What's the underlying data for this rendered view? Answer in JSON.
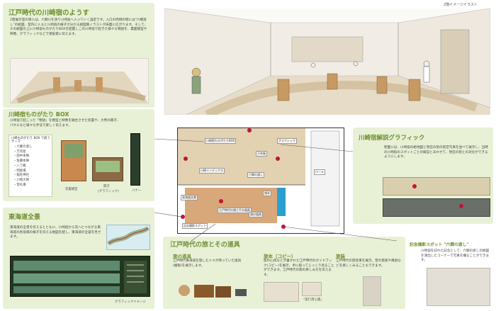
{
  "top_label": "2階イメージイラスト",
  "kawasaki": {
    "title": "江戸時代の川崎宿のようす",
    "body": "2階展示室の導入は、六郷川を渡り川崎宿へ入っていく設定です。入口の両側の壁には\"六郷渡し\"の絵図、室内に入ると川崎宿の様子が分かる絵図風イラストが床面に広がります。そして、その絵図の上に川崎宿ものがたりBOXを配置しこの川崎宿で起きた様々な物語を、裏面模型や映像、グラフィックなどで楽館者に伝えます。"
  },
  "box": {
    "title": "川崎宿ものがたり BOX",
    "body": "川崎宿で起こった「物語」を模型と映像を融合させた装置や、大判の冊子、パネルなど様々な手法で楽しく伝えます。",
    "list_title": "川崎ものがたり BOX で扱うテーマ",
    "themes": [
      "・六郷の渡し",
      "・万年屋",
      "・田中本陣",
      "・佐藤本陣",
      "・八丁畷",
      "・問屋場",
      "・稲毛神社",
      "・川崎大師",
      "・昔札場"
    ],
    "labels": {
      "model": "装置模型",
      "book": "冊子",
      "book_sub": "(グラフィック)",
      "banner": "バナー"
    }
  },
  "tokaido": {
    "title": "東海道全景",
    "body": "東海道の全景を伝えるとともに、川崎宿から先へとつながる東海道の各宿場の様子を伝える絵図を配し、東海道の全容を見せます。",
    "caption": "グラフィックイメージ"
  },
  "map": {
    "labels": [
      "川崎宿ものがたりBOX",
      "川崎インデックス",
      "六郷の渡し",
      "万年屋",
      "江戸時代の旅とその道具",
      "旅の道具",
      "旅本",
      "記念撮影スポット",
      "東海道全景",
      "ロール",
      "グラフィック"
    ]
  },
  "graphic": {
    "title": "川崎宿解説グラフィック",
    "body": "壁面には、川崎宿の絵地図と現在の街の航空写真を並べて展示し、当時の川崎宿のスポットごとの解説とあわせて、現在の街との対比ができるようにします。"
  },
  "travel": {
    "title": "江戸時代の旅とその道具",
    "tools": {
      "title": "旅の道具",
      "body": "江戸時代東海道を旅した人々が持っていた道具(複製)を展示します。"
    },
    "books": {
      "title": "旅本（コピー）",
      "body": "旅の心得などが書かれた江戸時代のガイドブック(コピー)を展示、手に取ってじっくり見ることができます。江戸時代の旅の楽しみ方を伝えます。",
      "caption": "「旅行用心集」"
    },
    "customs": {
      "title": "旅装",
      "body": "江戸時代の旅装束を展示。昔の旅姿や風俗などを楽しくみることもできます。"
    },
    "photo": {
      "title": "記念撮影スポット \"六郷の渡し\"",
      "body": "川崎宿を訪れた記念として、六郷の渡しの絵図を演出したコーナーで写真を撮ることができます。"
    }
  },
  "colors": {
    "accent": "#6f8f2f",
    "panel": "#e8f1d6",
    "marker": "#c4123a"
  }
}
